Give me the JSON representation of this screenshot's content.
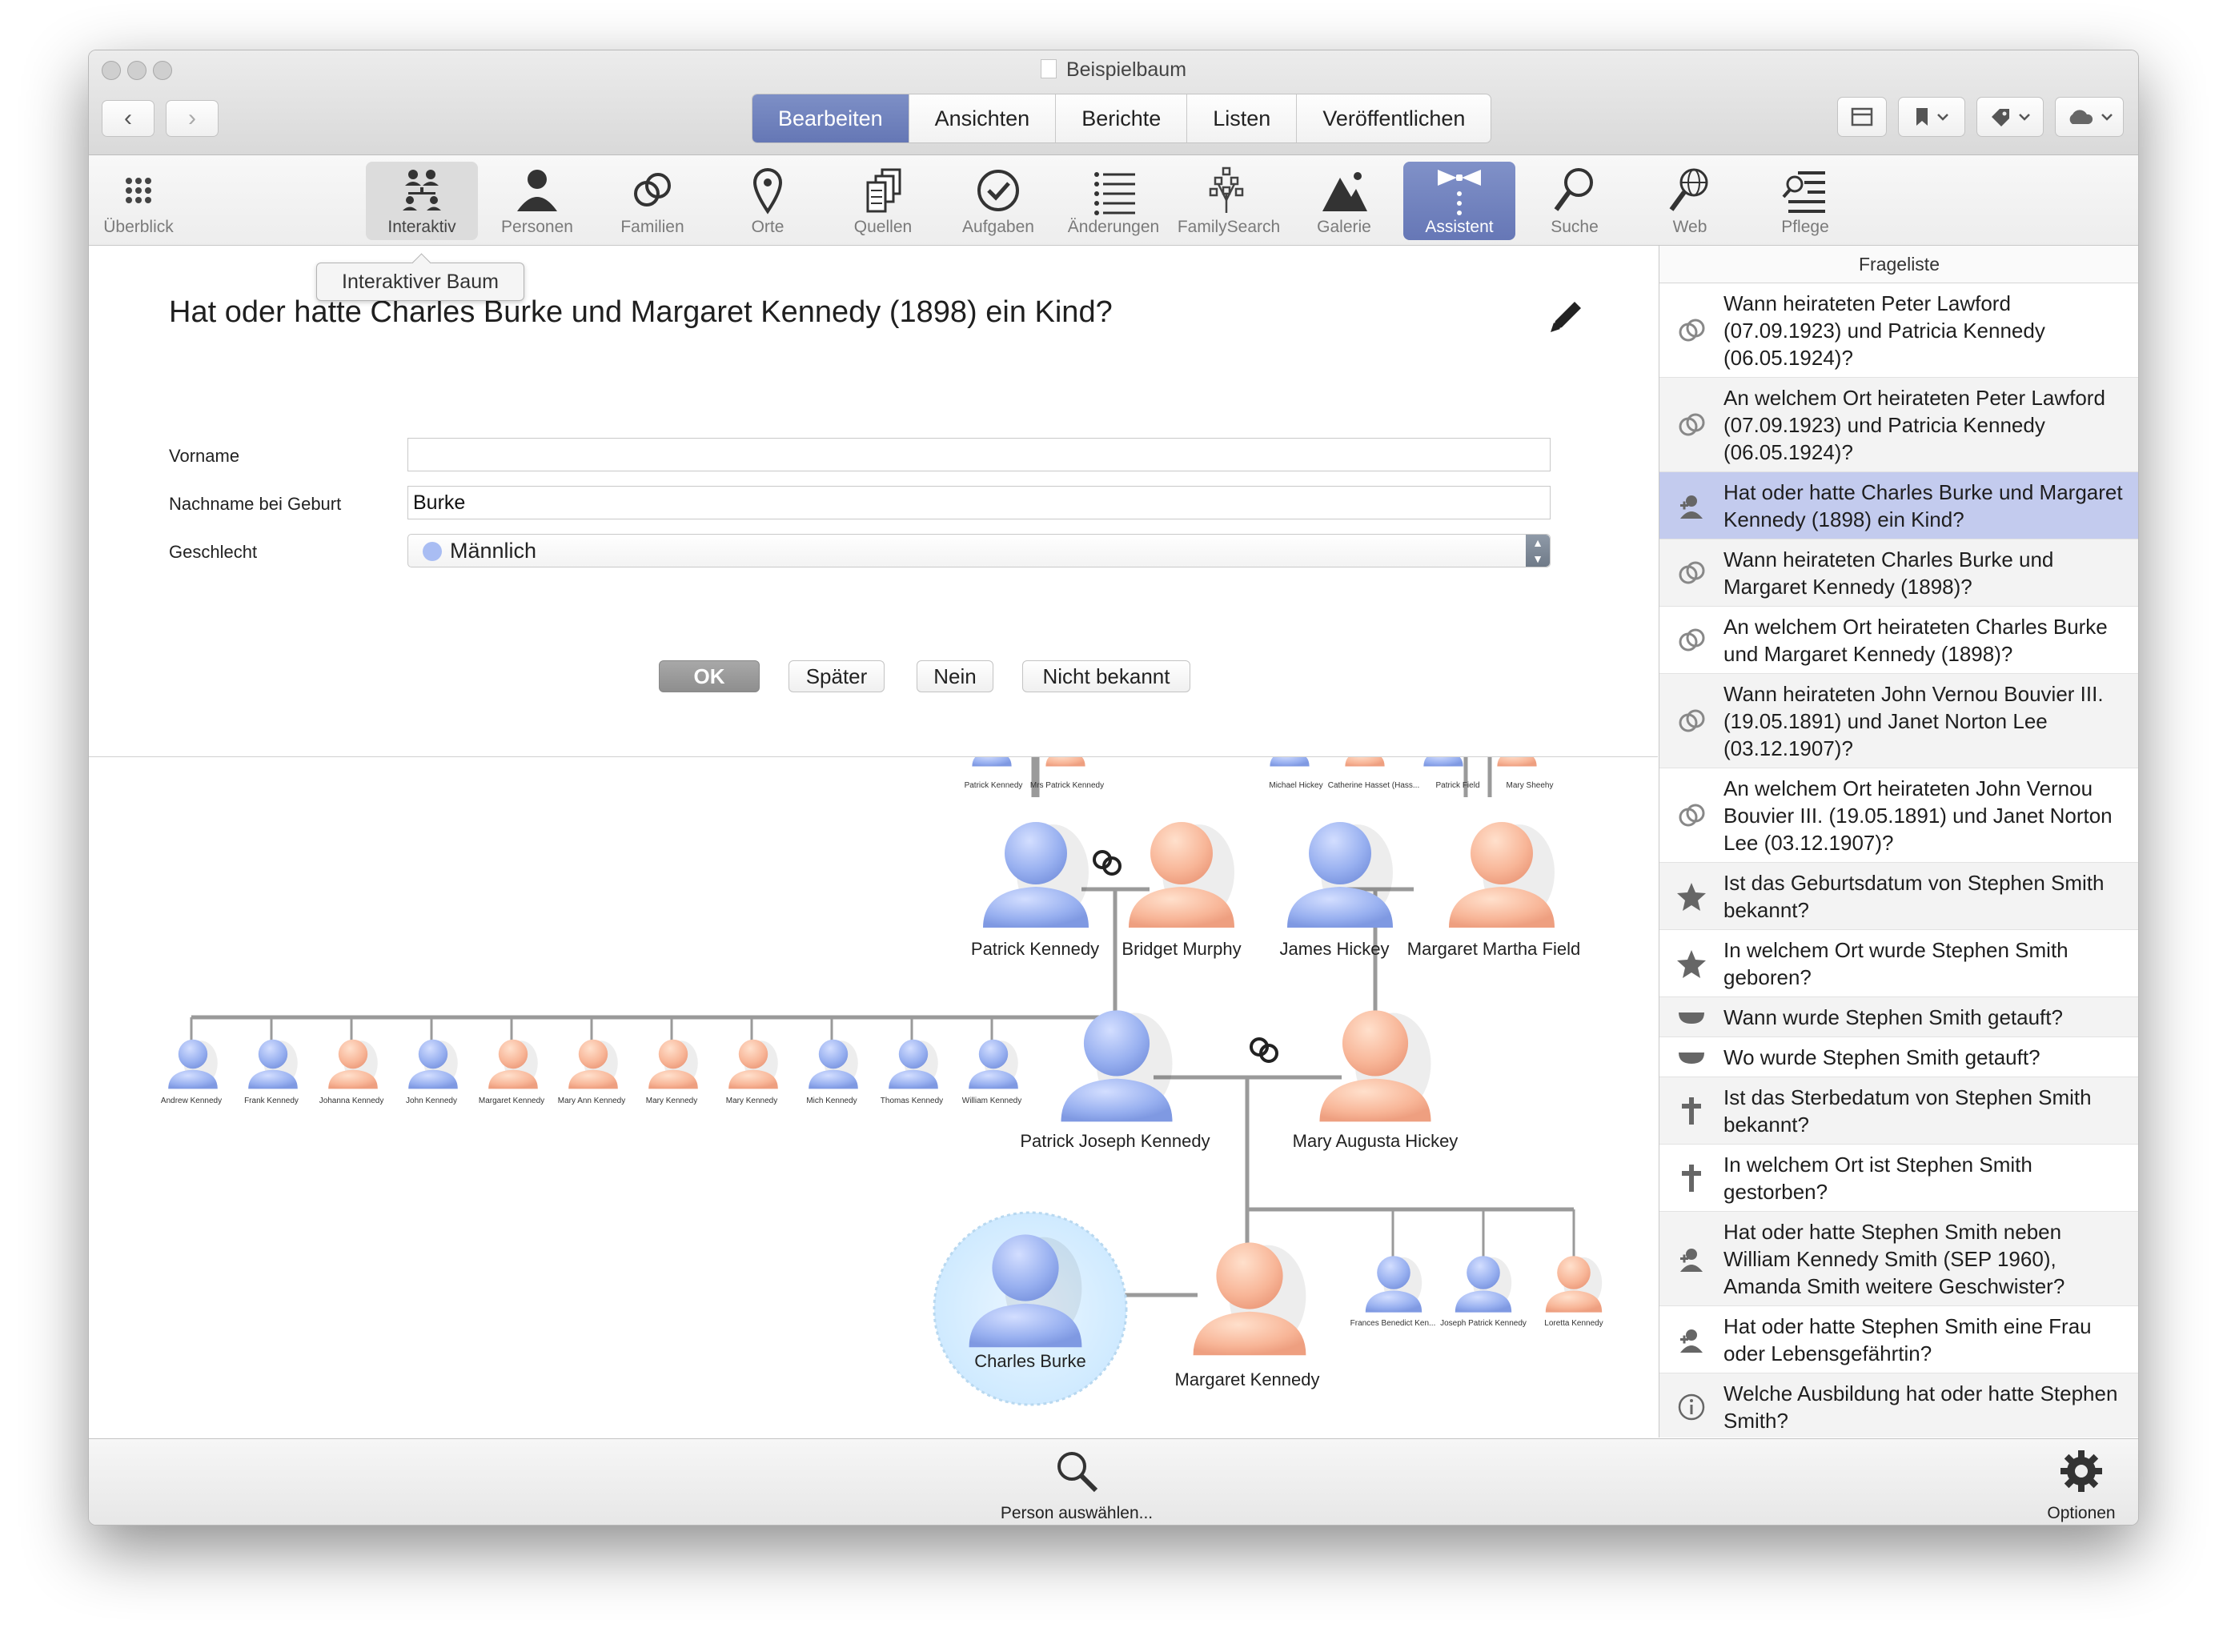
{
  "window": {
    "title": "Beispielbaum"
  },
  "nav": {
    "back": "‹",
    "forward": "›"
  },
  "segments": [
    "Bearbeiten",
    "Ansichten",
    "Berichte",
    "Listen",
    "Veröffentlichen"
  ],
  "toolbar": {
    "items": [
      "Überblick",
      "Interaktiv",
      "Personen",
      "Familien",
      "Orte",
      "Quellen",
      "Aufgaben",
      "Änderungen",
      "FamilySearch",
      "Galerie",
      "Assistent",
      "Suche",
      "Web",
      "Pflege"
    ],
    "tooltip": "Interaktiver Baum"
  },
  "form": {
    "question": "Hat oder hatte Charles Burke und Margaret Kennedy (1898) ein Kind?",
    "fields": {
      "vorname_label": "Vorname",
      "vorname_value": "",
      "nachname_label": "Nachname bei Geburt",
      "nachname_value": "Burke",
      "geschlecht_label": "Geschlecht",
      "geschlecht_value": "Männlich"
    },
    "buttons": {
      "ok": "OK",
      "later": "Später",
      "no": "Nein",
      "unknown": "Nicht bekannt"
    }
  },
  "tree": {
    "top_labels": [
      "Patrick Kennedy",
      "Mrs Patrick Kennedy",
      "Michael Hickey",
      "Catherine Hasset (Hass...",
      "Patrick Field",
      "Mary Sheehy"
    ],
    "gen2": {
      "patrick_kennedy": "Patrick Kennedy",
      "bridget_murphy": "Bridget Murphy",
      "james_hickey": "James Hickey",
      "margaret_martha_field": "Margaret Martha Field"
    },
    "siblings": [
      "Andrew Kennedy",
      "Frank Kennedy",
      "Johanna Kennedy",
      "John Kennedy",
      "Margaret Kennedy",
      "Mary Ann Kennedy",
      "Mary Kennedy",
      "Mary Kennedy",
      "Mich Kennedy",
      "Thomas Kennedy",
      "William Kennedy"
    ],
    "gen3": {
      "patrick_joseph": "Patrick Joseph Kennedy",
      "mary_augusta": "Mary Augusta Hickey"
    },
    "gen4": {
      "charles_burke": "Charles Burke",
      "margaret_kennedy": "Margaret Kennedy"
    },
    "children": [
      "Frances Benedict Ken...",
      "Joseph Patrick Kennedy",
      "Loretta Kennedy"
    ]
  },
  "sidebar": {
    "header": "Frageliste",
    "items": [
      {
        "icon": "rings",
        "text": "Wann heirateten Peter Lawford (07.09.1923) und Patricia Kennedy (06.05.1924)?"
      },
      {
        "icon": "rings",
        "text": "An welchem Ort heirateten Peter Lawford (07.09.1923) und Patricia Kennedy (06.05.1924)?"
      },
      {
        "icon": "person-add",
        "text": "Hat oder hatte Charles Burke und Margaret Kennedy (1898) ein Kind?"
      },
      {
        "icon": "rings",
        "text": "Wann heirateten Charles Burke und Margaret Kennedy (1898)?"
      },
      {
        "icon": "rings",
        "text": "An welchem Ort heirateten Charles Burke und Margaret Kennedy (1898)?"
      },
      {
        "icon": "rings",
        "text": "Wann heirateten John Vernou Bouvier III. (19.05.1891) und Janet Norton Lee (03.12.1907)?"
      },
      {
        "icon": "rings",
        "text": "An welchem Ort heirateten John Vernou Bouvier III. (19.05.1891) und Janet Norton Lee (03.12.1907)?"
      },
      {
        "icon": "star",
        "text": "Ist das Geburtsdatum von Stephen Smith bekannt?"
      },
      {
        "icon": "star",
        "text": "In welchem Ort wurde Stephen Smith geboren?"
      },
      {
        "icon": "bowl",
        "text": "Wann wurde Stephen Smith getauft?"
      },
      {
        "icon": "bowl",
        "text": "Wo wurde Stephen Smith getauft?"
      },
      {
        "icon": "cross",
        "text": "Ist das Sterbedatum von Stephen Smith bekannt?"
      },
      {
        "icon": "cross",
        "text": "In welchem Ort ist Stephen Smith gestorben?"
      },
      {
        "icon": "person-add",
        "text": "Hat oder hatte Stephen Smith neben William Kennedy Smith (SEP 1960), Amanda Smith weitere Geschwister?"
      },
      {
        "icon": "person-add",
        "text": "Hat oder hatte Stephen Smith eine Frau oder Lebensgefährtin?"
      },
      {
        "icon": "info",
        "text": "Welche Ausbildung hat oder hatte Stephen Smith?"
      }
    ]
  },
  "bottombar": {
    "select_person": "Person auswählen...",
    "options": "Optionen"
  },
  "colors": {
    "accent": "#6a7bb9",
    "male": "#a9bdf3",
    "female": "#f8b698",
    "selected_row": "#c3cbee",
    "line": "#9a9a9a"
  }
}
